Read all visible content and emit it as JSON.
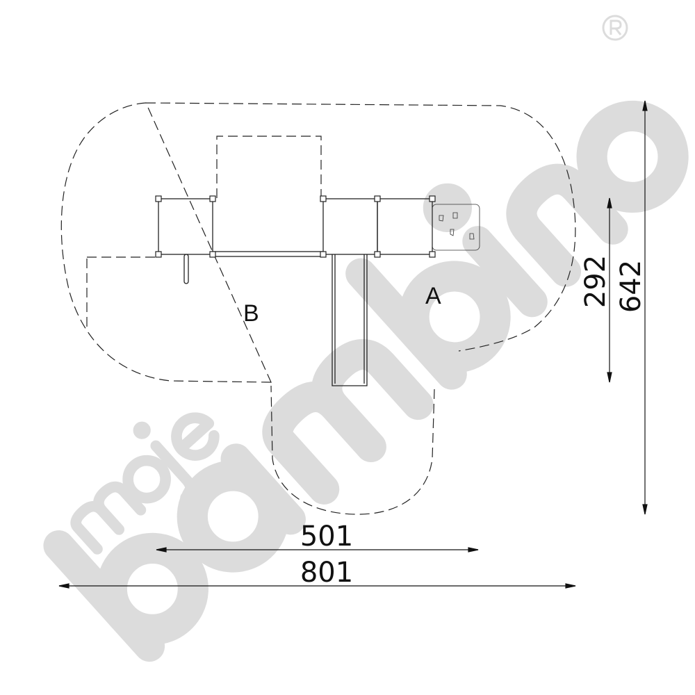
{
  "watermark": {
    "brand_top": "moje",
    "brand_main": "bambino",
    "registered_mark": "®",
    "color": "#dcdcdc"
  },
  "zones": {
    "a": "A",
    "b": "B"
  },
  "dimensions": {
    "inner_width": "501",
    "outer_width": "801",
    "inner_height": "292",
    "outer_height": "642"
  }
}
